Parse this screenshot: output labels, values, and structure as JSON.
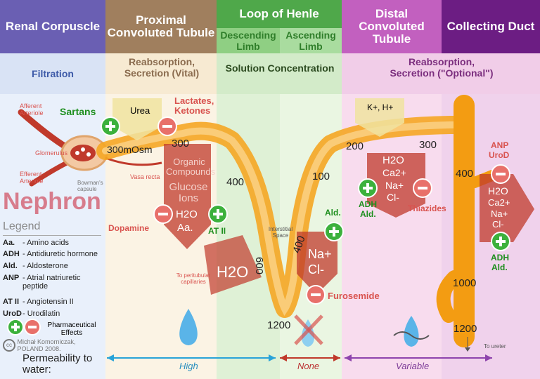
{
  "headers": {
    "renal": "Renal Corpuscle",
    "proximal": "Proximal Convoluted Tubule",
    "loop": "Loop of Henle",
    "descending": "Descending Limb",
    "ascending": "Ascending Limb",
    "distal": "Distal Convoluted Tubule",
    "collecting": "Collecting Duct"
  },
  "functions": {
    "filtration": "Filtration",
    "proximal": "Reabsorption, Secretion (Vital)",
    "loop": "Solution Concentration",
    "distal": "Reabsorption, Secretion (\"Optional\")"
  },
  "labels": {
    "afferent": "Afferent Arteriole",
    "efferent": "Efferent Arteriole",
    "glomerulus": "Glomerulus",
    "bowman": "Bowman's capsule",
    "vasa_recta": "Vasa recta",
    "interstitial": "Interstitial Space",
    "peritubular": "To peritubular capillaries",
    "to_ureter": "To ureter",
    "osm": "300mOsm"
  },
  "substances": {
    "urea": "Urea",
    "lactates": "Lactates, Ketones",
    "organic": "Organic Compounds",
    "glucose": "Glucose Ions",
    "h2o": "H2O",
    "aa": "Aa.",
    "k_h": "K+, H+",
    "na": "Na+",
    "cl": "Cl-",
    "ca": "Ca2+"
  },
  "drugs": {
    "sartans": "Sartans",
    "dopamine": "Dopamine",
    "at2": "AT II",
    "ald": "Ald.",
    "furosemide": "Furosemide",
    "adh": "ADH",
    "thiazides": "Thiazides",
    "anp": "ANP",
    "urod": "UroD"
  },
  "osmolarity": [
    "300",
    "400",
    "600",
    "1200",
    "400",
    "100",
    "200",
    "300",
    "400",
    "1000",
    "1200"
  ],
  "title": "Nephron",
  "legend": {
    "heading": "Legend",
    "items": [
      {
        "abbr": "Aa.",
        "desc": "- Amino acids"
      },
      {
        "abbr": "ADH",
        "desc": "- Antidiuretic hormone"
      },
      {
        "abbr": "Ald.",
        "desc": "- Aldosterone"
      },
      {
        "abbr": "ANP",
        "desc": "- Atrial natriuretic peptide"
      },
      {
        "abbr": "AT II",
        "desc": "- Angiotensin II"
      },
      {
        "abbr": "UroD",
        "desc": "- Urodilatin"
      }
    ],
    "pharma": "Pharmaceutical Effects"
  },
  "credit": "Michał Komorniczak, POLAND 2008.",
  "permeability": {
    "label": "Permeability to water:",
    "high": "High",
    "none": "None",
    "variable": "Variable"
  }
}
